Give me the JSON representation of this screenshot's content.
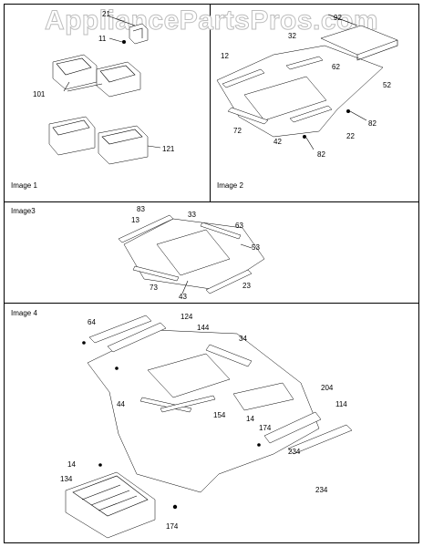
{
  "watermark": "AppliancePartsPros.com",
  "panels": [
    {
      "caption": "Image 1"
    },
    {
      "caption": "Image 2"
    },
    {
      "caption": "Image3"
    },
    {
      "caption": "Image 4"
    }
  ],
  "callouts": {
    "image1": [
      "21",
      "11",
      "101",
      "121"
    ],
    "image2": [
      "92",
      "32",
      "12",
      "62",
      "52",
      "72",
      "42",
      "82",
      "22",
      "82"
    ],
    "image3": [
      "83",
      "33",
      "13",
      "63",
      "53",
      "73",
      "43",
      "23"
    ],
    "image4": [
      "64",
      "124",
      "144",
      "34",
      "44",
      "154",
      "204",
      "114",
      "14",
      "174",
      "234",
      "234",
      "14",
      "134",
      "174"
    ]
  }
}
